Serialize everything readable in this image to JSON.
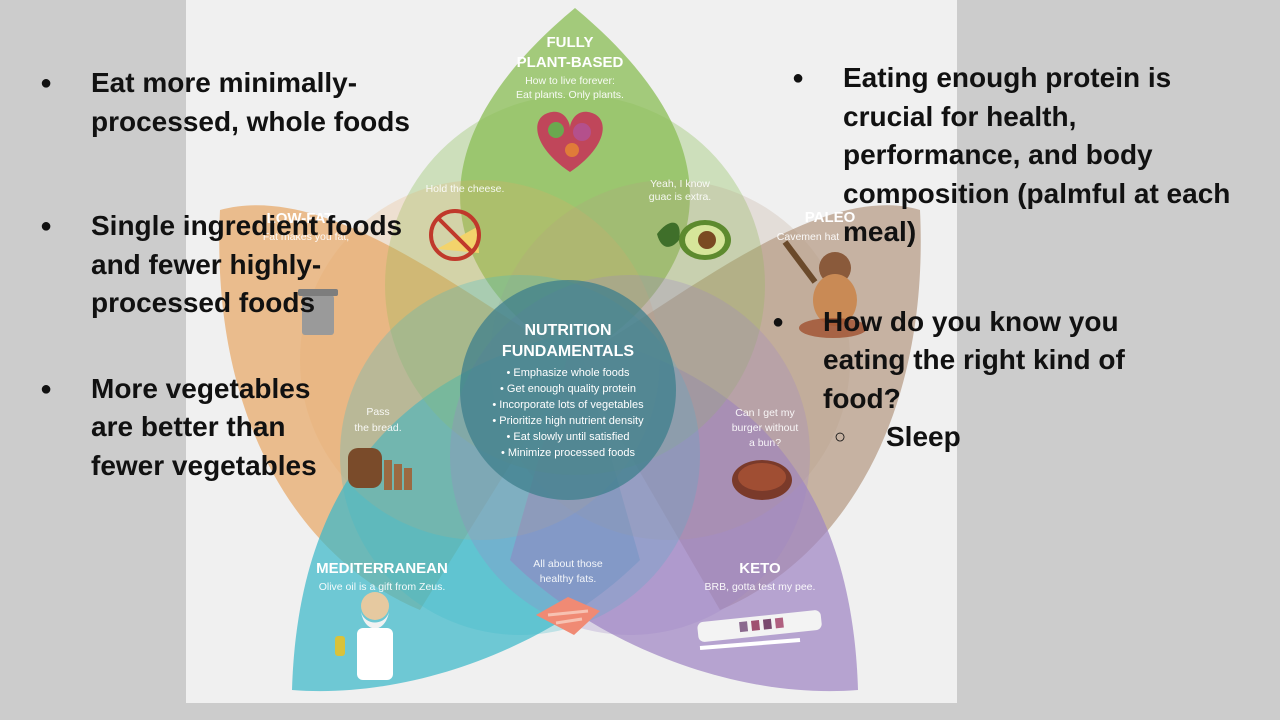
{
  "diagram": {
    "center": {
      "title_line1": "NUTRITION",
      "title_line2": "FUNDAMENTALS",
      "items": [
        "• Emphasize whole foods",
        "• Get enough quality protein",
        "• Incorporate lots of vegetables",
        "• Prioritize high nutrient density",
        "• Eat slowly until satisfied",
        "• Minimize processed foods"
      ]
    },
    "petals": {
      "plant": {
        "title_line1": "FULLY",
        "title_line2": "PLANT-BASED",
        "sub_line1": "How to live forever:",
        "sub_line2": "Eat plants. Only plants.",
        "color": "#8dbf5a"
      },
      "lowfat": {
        "title": "LOW-FAT",
        "sub_line1": "Fat makes you fat,",
        "color": "#e8a866"
      },
      "paleo": {
        "title": "PALEO",
        "sub_line1": "Cavemen hat",
        "color": "#b59a83"
      },
      "mediterranean": {
        "title": "MEDITERRANEAN",
        "sub_line1": "Olive oil is a gift from Zeus.",
        "color": "#3cb9c9"
      },
      "keto": {
        "title": "KETO",
        "sub_line1": "BRB, gotta test my pee.",
        "color": "#9f85c4"
      }
    },
    "notes": {
      "cheese": "Hold the cheese.",
      "guac_line1": "Yeah, I know",
      "guac_line2": "guac is extra.",
      "bread_line1": "Pass",
      "bread_line2": "the bread.",
      "burger_line1": "Can I get my",
      "burger_line2": "burger without",
      "burger_line3": "a bun?",
      "fats_line1": "All about those",
      "fats_line2": "healthy fats."
    },
    "icons": [
      "vegetable-heart-icon",
      "no-cheese-icon",
      "avocado-icon",
      "caveman-icon",
      "trash-can-icon",
      "bread-icon",
      "burger-patty-icon",
      "salmon-icon",
      "zeus-icon",
      "test-strip-icon"
    ]
  },
  "left_bullets": [
    {
      "bullet": "●",
      "text": "Eat more minimally-processed, whole foods"
    },
    {
      "bullet": "●",
      "text": "Single ingredient foods and fewer highly-processed foods"
    },
    {
      "bullet": "●",
      "text": "More vegetables are better than fewer vegetables"
    }
  ],
  "right_bullets": [
    {
      "bullet": "●",
      "text": "Eating enough protein is crucial for health, performance, and body composition (palmful at each meal)"
    },
    {
      "bullet": "●",
      "text": "How do you know you eating the right kind of food?"
    },
    {
      "bullet": "○",
      "text": "Sleep"
    }
  ]
}
